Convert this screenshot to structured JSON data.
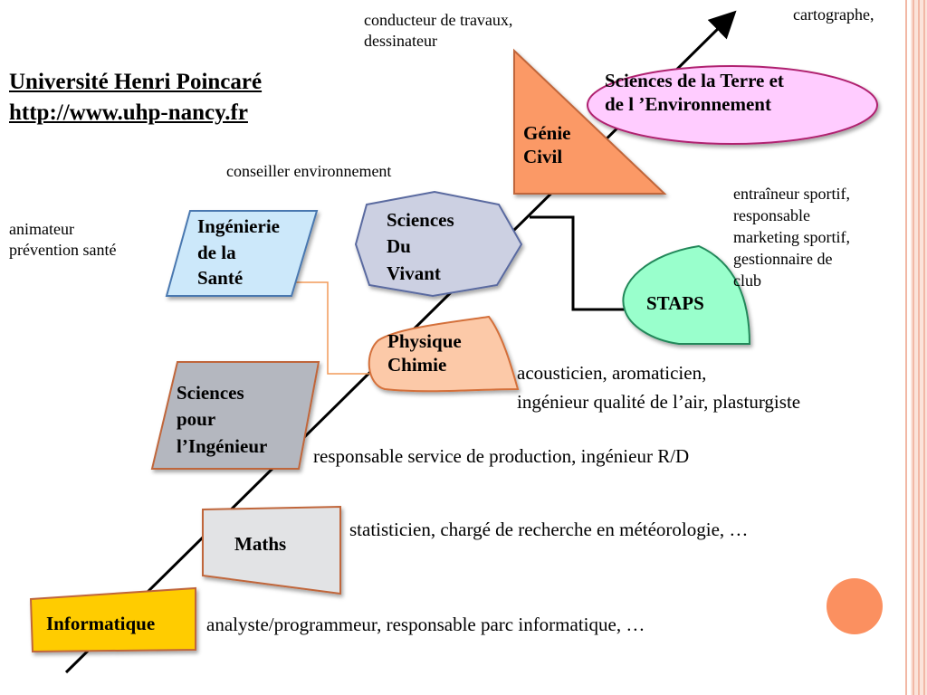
{
  "university": {
    "name": "Université Henri Poincaré",
    "url": "http://www.uhp-nancy.fr"
  },
  "disciplines": {
    "genie_civil": [
      "Génie",
      "Civil"
    ],
    "terre_env": [
      "Sciences de la Terre et",
      "de l ’Environnement"
    ],
    "vivant": [
      "Sciences",
      "Du",
      "Vivant"
    ],
    "sante": [
      "Ingénierie",
      "de la",
      "Santé"
    ],
    "staps": "STAPS",
    "physique": [
      "Physique",
      "Chimie"
    ],
    "ingenieur": [
      "Sciences",
      "pour",
      "l’Ingénieur"
    ],
    "maths": "Maths",
    "info": "Informatique"
  },
  "careers": {
    "conducteur": [
      "conducteur de travaux,",
      "dessinateur"
    ],
    "cartographe": "cartographe,",
    "conseiller": "conseiller environnement",
    "animateur": [
      "animateur",
      "prévention santé"
    ],
    "sport": [
      "entraîneur sportif,",
      "responsable",
      "marketing sportif,",
      "gestionnaire de",
      "club"
    ],
    "acoustique": [
      "acousticien, aromaticien,",
      "ingénieur qualité de l’air, plasturgiste"
    ],
    "production": "responsable  service de production, ingénieur R/D",
    "statistique": "statisticien, chargé de recherche en météorologie, …",
    "analyste": "analyste/programmeur, responsable parc informatique, …"
  },
  "colors": {
    "genie_civil": "#fb9966",
    "terre_env": "#ffccff",
    "vivant": "#ccd0e2",
    "sante": "#cce8fa",
    "staps": "#99ffcc",
    "physique": "#fcc9a8",
    "ingenieur": "#b4b7bf",
    "maths": "#e2e3e5",
    "info": "#ffcc00",
    "decor_circle": "#fb9060"
  }
}
